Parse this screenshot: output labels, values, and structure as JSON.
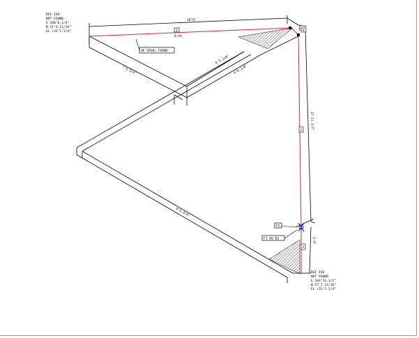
{
  "colors": {
    "pipe": "#e0262b",
    "line": "#000000",
    "marker": "#2233cc"
  },
  "top_note": {
    "lines": [
      "REF ISO",
      "NOT FOUND",
      "E 180'6.1/4\"",
      "N 21'6.11/16\"",
      "EL +22'7.1/4\""
    ]
  },
  "bottom_note": {
    "lines": [
      "REF ISO",
      "NOT FOUND",
      "E 184'11.1/2\"",
      "N 57'7.11/16\"",
      "EL +22'7.1/4\""
    ]
  },
  "tags": {
    "spool": "HE SPOOL FOUND",
    "weld": "F1 86 B3",
    "small_tag": "F2",
    "slope": "0.5%"
  },
  "pipe_markers": {
    "top_run": "1",
    "right_run": "2",
    "lower_right": "3",
    "corner": "4"
  },
  "dimensions": {
    "top_width": "10'6\"",
    "left_diag": "7'5.3/4\"",
    "inner_diag_a": "6'3.1/8\"",
    "inner_diag_b": "4'8.1/8\"",
    "right_vertical": "17'11.1/2\"",
    "bottom_diag": "9'5.3/4\"",
    "short_right": "1'4\""
  }
}
